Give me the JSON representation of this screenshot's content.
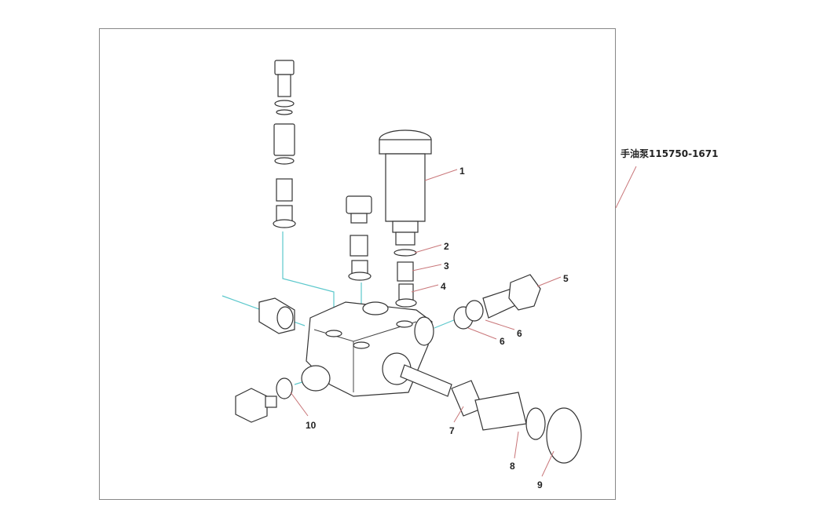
{
  "assembly_label": "手油泵115750-1671",
  "callouts": [
    "1",
    "2",
    "3",
    "4",
    "5",
    "6",
    "6",
    "7",
    "8",
    "9",
    "10"
  ],
  "colors": {
    "frame": "#888888",
    "leader": "#c9777a",
    "centerline": "#5cc8cc",
    "outline": "#333333"
  }
}
